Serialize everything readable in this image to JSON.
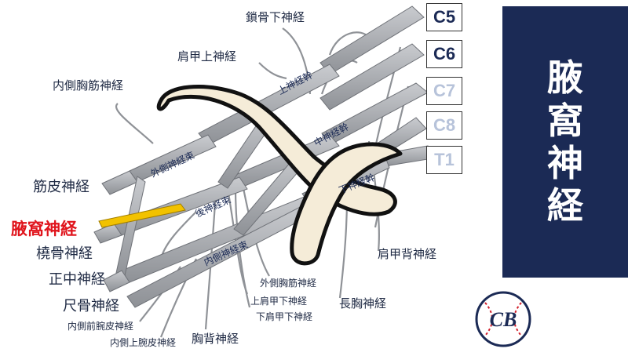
{
  "roots": [
    "C5",
    "C6",
    "C7",
    "C8",
    "T1"
  ],
  "trunk_labels": {
    "upper": "上神経幹",
    "middle": "中神経幹",
    "lower": "下神経幹"
  },
  "cord_labels": {
    "lateral": "外側神経束",
    "posterior": "後神経束",
    "medial": "内側神経束"
  },
  "nerves": {
    "subclavian": "鎖骨下神経",
    "suprascapular": "肩甲上神経",
    "medial_pectoral": "内側胸筋神経",
    "musculocutaneous": "筋皮神経",
    "axillary": "腋窩神経",
    "radial": "橈骨神経",
    "median": "正中神経",
    "ulnar": "尺骨神経",
    "medial_antebrachial": "内側前腕皮神経",
    "medial_brachial": "内側上腕皮神経",
    "thoracodorsal": "胸背神経",
    "lateral_pectoral": "外側胸筋神経",
    "upper_subscapular": "上肩甲下神経",
    "lower_subscapular": "下肩甲下神経",
    "long_thoracic": "長胸神経",
    "dorsal_scapular": "肩甲背神経"
  },
  "side_title": [
    "腋",
    "窩",
    "神",
    "経"
  ],
  "logo_text": "CB",
  "colors": {
    "nerve_fill": "#a3a6ab",
    "highlight_nerve": "#f2c200",
    "bone_fill": "#f5ecd8",
    "panel": "#1b2a55",
    "highlight_text": "#e0141c",
    "root_dark": "#1b2a55",
    "root_light": "#b7c3da"
  }
}
